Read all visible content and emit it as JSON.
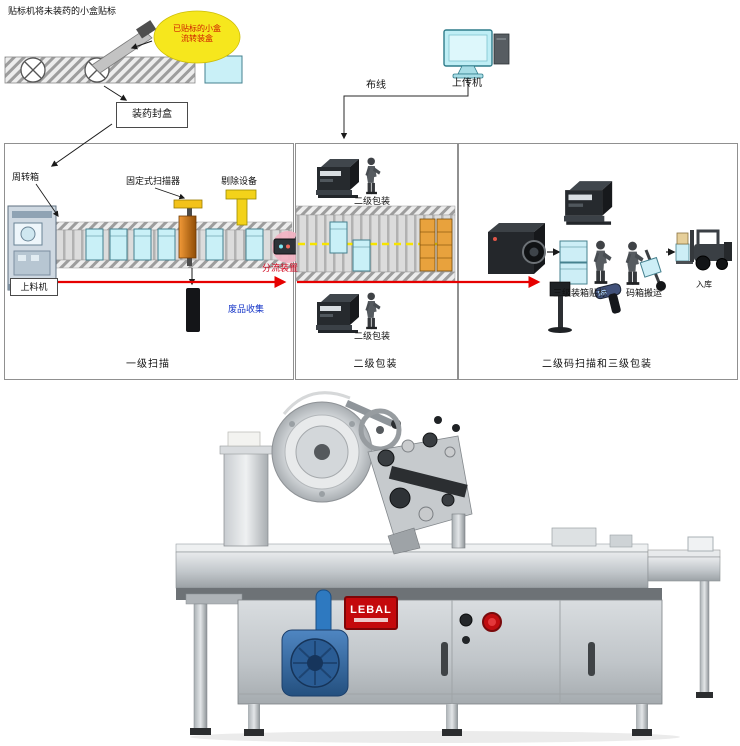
{
  "page": {
    "background": "#ffffff"
  },
  "top_flow": {
    "note": "贴标机将未装药的小盒贴标",
    "bubble_line1": "已贴标的小盒",
    "bubble_line2": "流转装盒",
    "fill_seal_station": "装药封盒",
    "cabling_label": "布线",
    "uploader_label": "上传机"
  },
  "panel_level1_scan": {
    "caption": "一级扫描",
    "turnover_box": "周转箱",
    "fixed_scanner": "固定式扫描器",
    "reject_device": "剔除设备",
    "feeder": "上料机",
    "diverter": "分流装置",
    "waste_collection": "废品收集"
  },
  "panel_level2_pack": {
    "caption": "二级包装",
    "station_top": "二级包装",
    "station_bottom": "二级包装"
  },
  "panel_level3_pack": {
    "caption": "二级码扫描和三级包装",
    "case_labeling": "三级装箱贴标",
    "palletizing": "码箱搬运",
    "warehousing": "入库"
  },
  "machine": {
    "brand": "LEBAL"
  },
  "colors": {
    "bubble_fill": "#f6e71d",
    "flow_arrow": "#e60000",
    "product_box": "#c9f0f7",
    "case_box": "#e8a23d",
    "diverter_spot": "#f2b3c3",
    "diverter_text": "#d0021b",
    "waste_text": "#1535c8",
    "logo_red": "#c4090c"
  }
}
